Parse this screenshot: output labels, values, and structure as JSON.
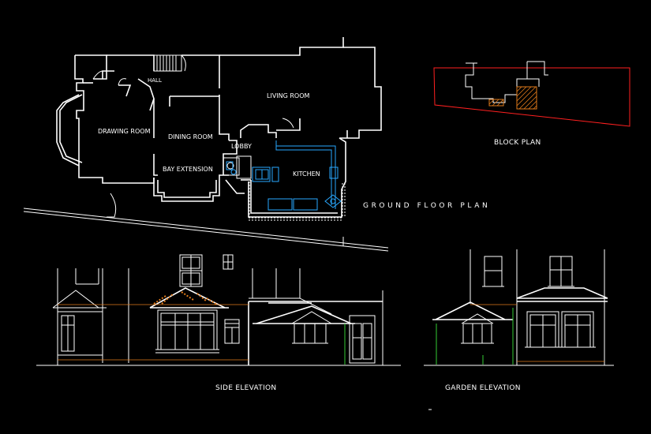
{
  "rooms": {
    "hall": "HALL",
    "living_room": "LIVING ROOM",
    "drawing_room": "DRAWING ROOM",
    "dining_room": "DINING ROOM",
    "lobby": "LOBBY",
    "bay_extension": "BAY EXTENSION",
    "kitchen": "KITCHEN"
  },
  "titles": {
    "ground_floor_plan": "GROUND FLOOR PLAN",
    "block_plan": "BLOCK PLAN",
    "side_elevation": "SIDE ELEVATION",
    "garden_elevation": "GARDEN ELEVATION"
  },
  "colors": {
    "background": "#000000",
    "linework": "#ffffff",
    "services": "#29a8ff",
    "boundary": "#ff2020",
    "hatch": "#e07a1a",
    "drainage": "#33cc33"
  }
}
